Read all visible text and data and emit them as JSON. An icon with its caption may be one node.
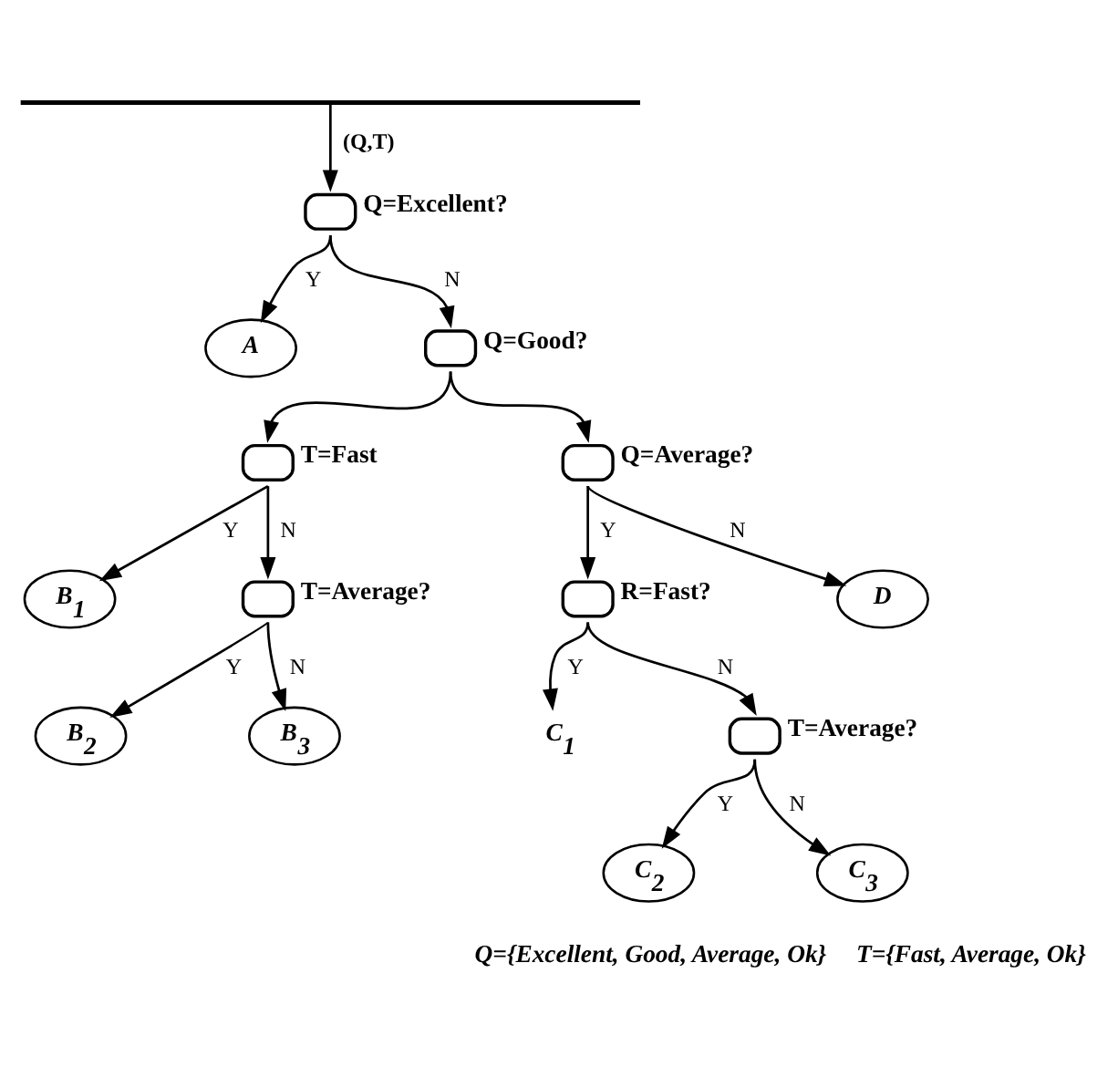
{
  "diagram": {
    "nodes": [
      {
        "text": [],
        "shape": "bar"
      },
      {
        "text": [],
        "shape": "ellipse",
        "beside": [
          "Q=Excellent?"
        ]
      },
      {
        "text": [
          "A"
        ]
      },
      {
        "text": [],
        "shape": "ellipse",
        "beside": [
          "Q=Good?"
        ]
      },
      {
        "text": [],
        "shape": "ellipse",
        "beside": [
          "T=Fast"
        ]
      },
      {
        "text": [],
        "shape": "ellipse",
        "beside": [
          "Q=Average?"
        ]
      },
      {
        "text": [
          "B$_{1}$"
        ]
      },
      {
        "text": [],
        "shape": "ellipse",
        "beside": [
          "T=Average?"
        ]
      },
      {
        "text": [],
        "shape": "ellipse",
        "beside": [
          "R=Fast?"
        ]
      },
      {
        "text": [
          "D"
        ]
      },
      {
        "text": [
          "B$_{2}$"
        ]
      },
      {
        "text": [
          "B$_{3}$"
        ]
      },
      {
        "text": [
          "C$_{1}$"
        ]
      },
      {
        "text": [],
        "shape": "ellipse",
        "beside": [
          "T=Average?"
        ]
      },
      {
        "text": [
          "C$_{2}$"
        ]
      },
      {
        "text": [
          "C$_{3}$"
        ]
      }
    ],
    "edges": [
      {
        "from": 0,
        "to": 1,
        "arrow": "to",
        "label": "(Q,T)"
      },
      {
        "from": 1,
        "to": 2,
        "arrow": "to",
        "label": "Y"
      },
      {
        "from": 1,
        "to": 3,
        "arrow": "to",
        "label": "N"
      },
      {
        "from": 3,
        "to": 4,
        "arrow": "to"
      },
      {
        "from": 3,
        "to": 5,
        "arrow": "to"
      },
      {
        "from": 4,
        "to": 6,
        "arrow": "to",
        "label": "Y"
      },
      {
        "from": 4,
        "to": 7,
        "arrow": "to",
        "label": "N"
      },
      {
        "from": 5,
        "to": 8,
        "arrow": "to",
        "label": "Y"
      },
      {
        "from": 5,
        "to": 9,
        "arrow": "to",
        "label": "N"
      },
      {
        "from": 7,
        "to": 10,
        "arrow": "to",
        "label": "Y"
      },
      {
        "from": 7,
        "to": 11,
        "arrow": "to",
        "label": "N"
      },
      {
        "from": 8,
        "to": 12,
        "arrow": "to",
        "label": "Y"
      },
      {
        "from": 8,
        "to": 13,
        "arrow": "to",
        "label": "N"
      },
      {
        "from": 13,
        "to": 14,
        "arrow": "to",
        "label": "Y"
      },
      {
        "from": 13,
        "to": 15,
        "arrow": "to",
        "label": "N"
      }
    ],
    "labels": [
      "Q={Excellent, Good, Average, Ok}",
      "T={Fast, Average, Ok}"
    ]
  }
}
